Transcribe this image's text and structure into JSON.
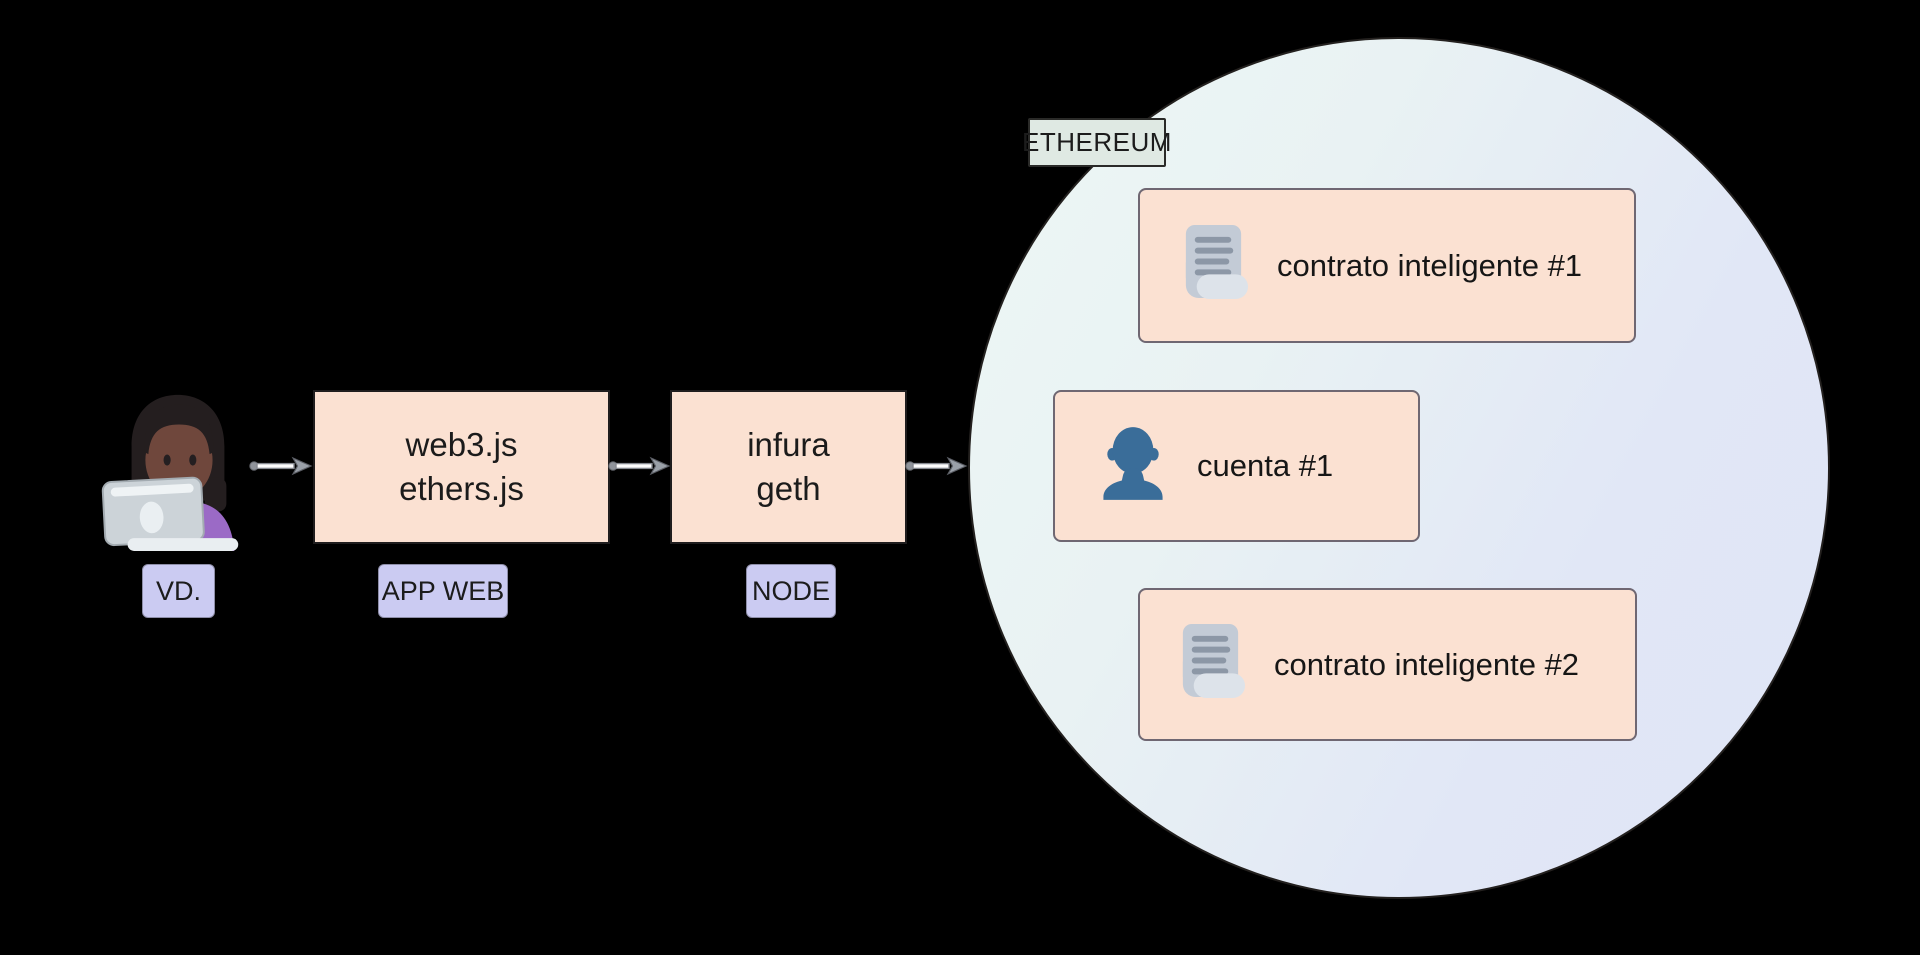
{
  "diagram": {
    "background": "#000000",
    "actor": {
      "tag": "VD.",
      "emoji": "woman-technologist-dark-skin-with-laptop"
    },
    "app_box": {
      "line1": "web3.js",
      "line2": "ethers.js",
      "tag": "APP WEB"
    },
    "node_box": {
      "line1": "infura",
      "line2": "geth",
      "tag": "NODE"
    },
    "ethereum": {
      "tag": "ETHEREUM",
      "items": [
        {
          "icon": "scroll-icon",
          "label": "contrato inteligente #1"
        },
        {
          "icon": "user-icon",
          "label": "cuenta #1"
        },
        {
          "icon": "scroll-icon",
          "label": "contrato inteligente #2"
        }
      ]
    },
    "arrows": [
      {
        "from": "actor",
        "to": "app_box"
      },
      {
        "from": "app_box",
        "to": "node_box"
      },
      {
        "from": "node_box",
        "to": "ethereum"
      }
    ],
    "colors": {
      "box_fill": "#fbe1d2",
      "box_border_dark": "#1f1d1e",
      "inner_box_border": "#6f6772",
      "tag_fill": "#cbcbf2",
      "tag_border": "#8e8ea8",
      "ethereum_tag_fill": "#dfe9e3",
      "circle_gradient_start": "#edf7f5",
      "circle_gradient_end": "#e0e5f7",
      "circle_border": "#23201e",
      "user_icon_color": "#3a6d99",
      "scroll_icon_body": "#c3cbd6",
      "scroll_icon_lines": "#8c97a6",
      "scroll_icon_curl": "#dde3ea",
      "arrow_gray": "#8f939a"
    }
  }
}
